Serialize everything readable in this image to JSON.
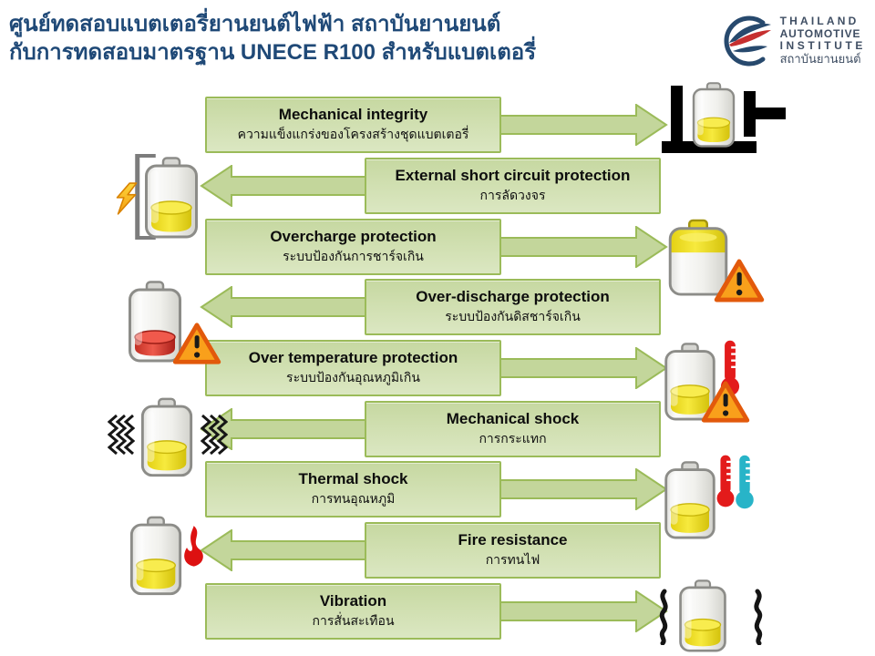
{
  "title": {
    "line1": "ศูนย์ทดสอบแบตเตอรี่ยานยนต์ไฟฟ้า สถาบันยานยนต์",
    "line2": "กับการทดสอบมาตรฐาน UNECE R100 สำหรับแบตเตอรี่"
  },
  "logo": {
    "line1": "THAILAND",
    "line2": "AUTOMOTIVE",
    "line3": "INSTITUTE",
    "thai": "สถาบันยานยนต์"
  },
  "colors": {
    "title_text": "#1f4977",
    "box_border": "#9bbb59",
    "box_fill": "#cdddb0",
    "arrow_fill": "#c3d69b",
    "warning_orange": "#f9a01b",
    "thermo_hot": "#e31b1b",
    "thermo_cold": "#28b4c8",
    "logo_navy": "#27496d",
    "logo_red": "#c62f2f"
  },
  "rows": [
    {
      "title": "Mechanical integrity",
      "subtitle": "ความแข็งแกร่งของโครงสร้างชุดแบตเตอรี่",
      "direction": "right",
      "icon": "battery-crush-press"
    },
    {
      "title": "External short circuit protection",
      "subtitle": "การลัดวงจร",
      "direction": "left",
      "icon": "battery-short-circuit"
    },
    {
      "title": "Overcharge protection",
      "subtitle": "ระบบป้องกันการชาร์จเกิน",
      "direction": "right",
      "icon": "battery-overcharge-warning"
    },
    {
      "title": "Over-discharge protection",
      "subtitle": "ระบบป้องกันดิสชาร์จเกิน",
      "direction": "left",
      "icon": "battery-discharge-warning"
    },
    {
      "title": "Over temperature protection",
      "subtitle": "ระบบป้องกันอุณหภูมิเกิน",
      "direction": "right",
      "icon": "battery-overtemperature-warning"
    },
    {
      "title": "Mechanical shock",
      "subtitle": "การกระแทก",
      "direction": "left",
      "icon": "battery-mechanical-shock"
    },
    {
      "title": "Thermal shock",
      "subtitle": "การทนอุณหภูมิ",
      "direction": "right",
      "icon": "battery-thermal-shock"
    },
    {
      "title": "Fire resistance",
      "subtitle": "การทนไฟ",
      "direction": "left",
      "icon": "battery-fire"
    },
    {
      "title": "Vibration",
      "subtitle": "การสั่นสะเทือน",
      "direction": "right",
      "icon": "battery-vibration"
    }
  ]
}
